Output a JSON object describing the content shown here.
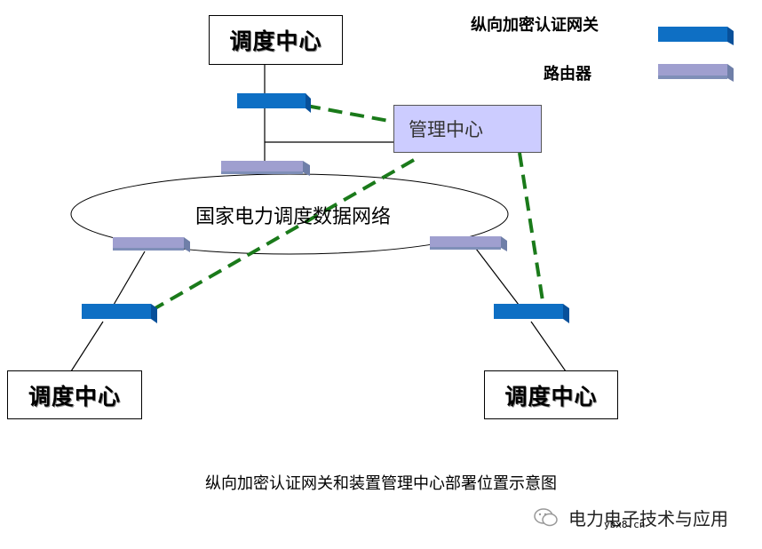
{
  "legend": {
    "gateway_label": "纵向加密认证网关",
    "router_label": "路由器",
    "gateway_color": "#0e6fc4",
    "router_color": "#9f9fcf"
  },
  "nodes": {
    "top_center": "调度中心",
    "left_center": "调度中心",
    "right_center": "调度中心",
    "management_center": "管理中心"
  },
  "network": {
    "label": "国家电力调度数据网络"
  },
  "colors": {
    "management_fill": "#ccccff",
    "link_dashed": "#1a7a1a"
  },
  "caption": "纵向加密认证网关和装置管理中心部署位置示意图",
  "watermark": {
    "text": "电力电子技术与应用",
    "site": "ybx8.cn",
    "icon": "wechat-icon"
  }
}
